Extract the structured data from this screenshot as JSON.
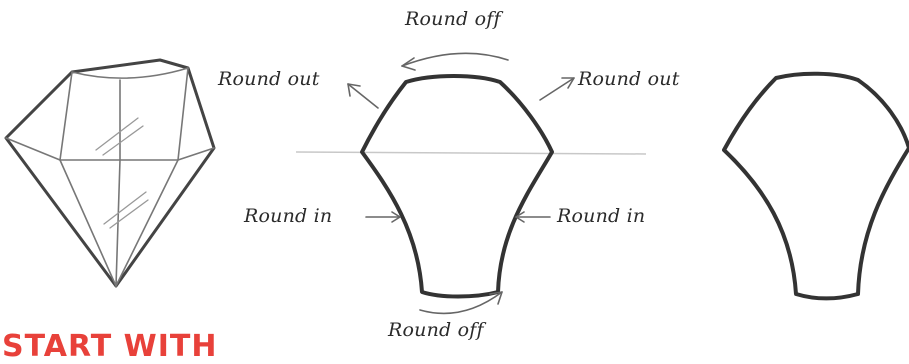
{
  "labels": {
    "round_off_top": "Round off",
    "round_out_left": "Round out",
    "round_out_right": "Round out",
    "round_in_left": "Round in",
    "round_in_right": "Round in",
    "round_off_bottom": "Round off"
  },
  "heading": "START WITH",
  "colors": {
    "pencil": "#4a4a4a",
    "guide": "#c8c8c8",
    "heading": "#e8413a"
  }
}
